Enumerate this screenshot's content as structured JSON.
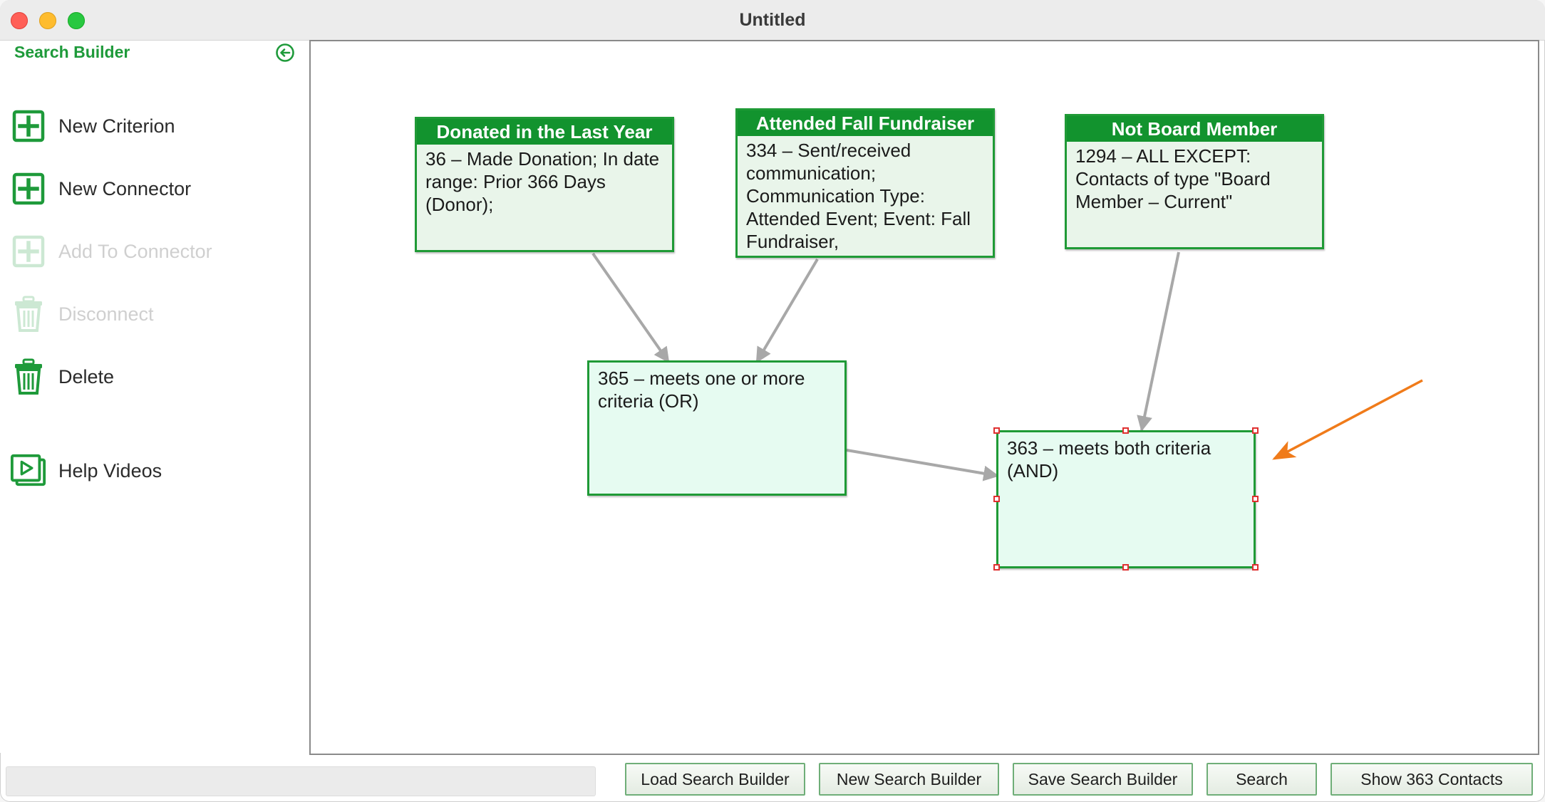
{
  "window": {
    "title": "Untitled"
  },
  "sidebar": {
    "title": "Search Builder",
    "items": [
      {
        "label": "New Criterion",
        "icon": "plus-square-icon",
        "enabled": true
      },
      {
        "label": "New Connector",
        "icon": "plus-square-icon",
        "enabled": true
      },
      {
        "label": "Add To Connector",
        "icon": "plus-square-icon",
        "enabled": false
      },
      {
        "label": "Disconnect",
        "icon": "trash-icon",
        "enabled": false
      },
      {
        "label": "Delete",
        "icon": "trash-icon",
        "enabled": true
      },
      {
        "label": "Help Videos",
        "icon": "video-play-icon",
        "enabled": true
      }
    ]
  },
  "canvas": {
    "criteria": [
      {
        "title": "Donated in the Last Year",
        "text": "36 – Made Donation; In date range: Prior 366 Days (Donor);"
      },
      {
        "title": "Attended Fall Fundraiser",
        "text": "334 – Sent/received communication; Communication Type: Attended Event; Event: Fall Fundraiser,"
      },
      {
        "title": "Not Board Member",
        "text": "1294 – ALL EXCEPT: Contacts of type \"Board Member – Current\""
      }
    ],
    "connectors": [
      {
        "text": "365 – meets one or more criteria (OR)"
      },
      {
        "text": "363 – meets both criteria (AND)",
        "selected": true
      }
    ]
  },
  "footer": {
    "status_text": "",
    "buttons": {
      "load": "Load Search Builder",
      "new": "New Search Builder",
      "save": "Save Search Builder",
      "search": "Search",
      "show": "Show 363 Contacts"
    }
  },
  "colors": {
    "brand_green": "#12932e",
    "node_border": "#1f9a36",
    "arrow_gray": "#a8a8a8",
    "annotation_orange": "#f07b1a",
    "selection_red": "#e03030"
  }
}
